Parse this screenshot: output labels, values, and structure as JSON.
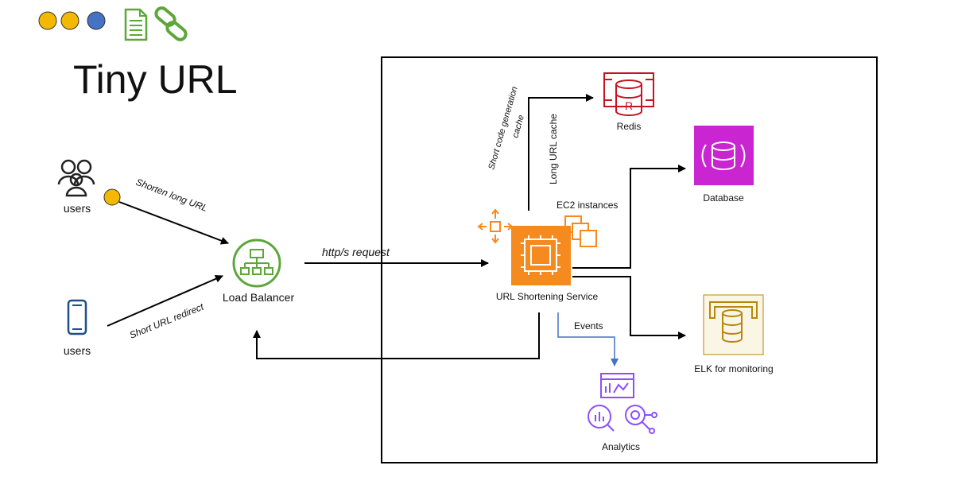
{
  "title": "Tiny URL",
  "header_dots": [
    {
      "color": "#F5B800"
    },
    {
      "color": "#F5B800"
    },
    {
      "color": "#4472C4"
    }
  ],
  "header_icons": [
    "document-icon",
    "chain-link-icon"
  ],
  "colors": {
    "yellow": "#F5B800",
    "blue": "#4472C4",
    "green": "#5EA63A",
    "ec2_orange": "#F58A1F",
    "redis_red": "#C7131F",
    "database_magenta": "#C925D1",
    "analytics_purple": "#8C4FFF",
    "elk_gold": "#B8860B"
  },
  "clients": [
    {
      "icon": "users-group-icon",
      "label": "users"
    },
    {
      "icon": "mobile-phone-icon",
      "label": "users"
    }
  ],
  "load_balancer": {
    "icon": "load-balancer-icon",
    "label": "Load Balancer"
  },
  "service": {
    "label": "URL Shortening Service",
    "instances_label": "EC2 instances",
    "icon": "ec2-chip-icon",
    "scaling_icon": "auto-scaling-icon"
  },
  "components": {
    "redis": {
      "icon": "redis-icon",
      "label": "Redis"
    },
    "database": {
      "icon": "database-icon",
      "label": "Database"
    },
    "elk": {
      "icon": "elk-storage-icon",
      "label": "ELK for monitoring"
    },
    "analytics": {
      "icon": "analytics-icon",
      "label": "Analytics"
    }
  },
  "edges": {
    "shorten": "Shorten long URL",
    "redirect": "Short URL redirect",
    "http": "http/s request",
    "short_code_cache_1": "Short code generation",
    "short_code_cache_2": "cache",
    "long_url_cache": "Long URL cache",
    "events": "Events"
  }
}
